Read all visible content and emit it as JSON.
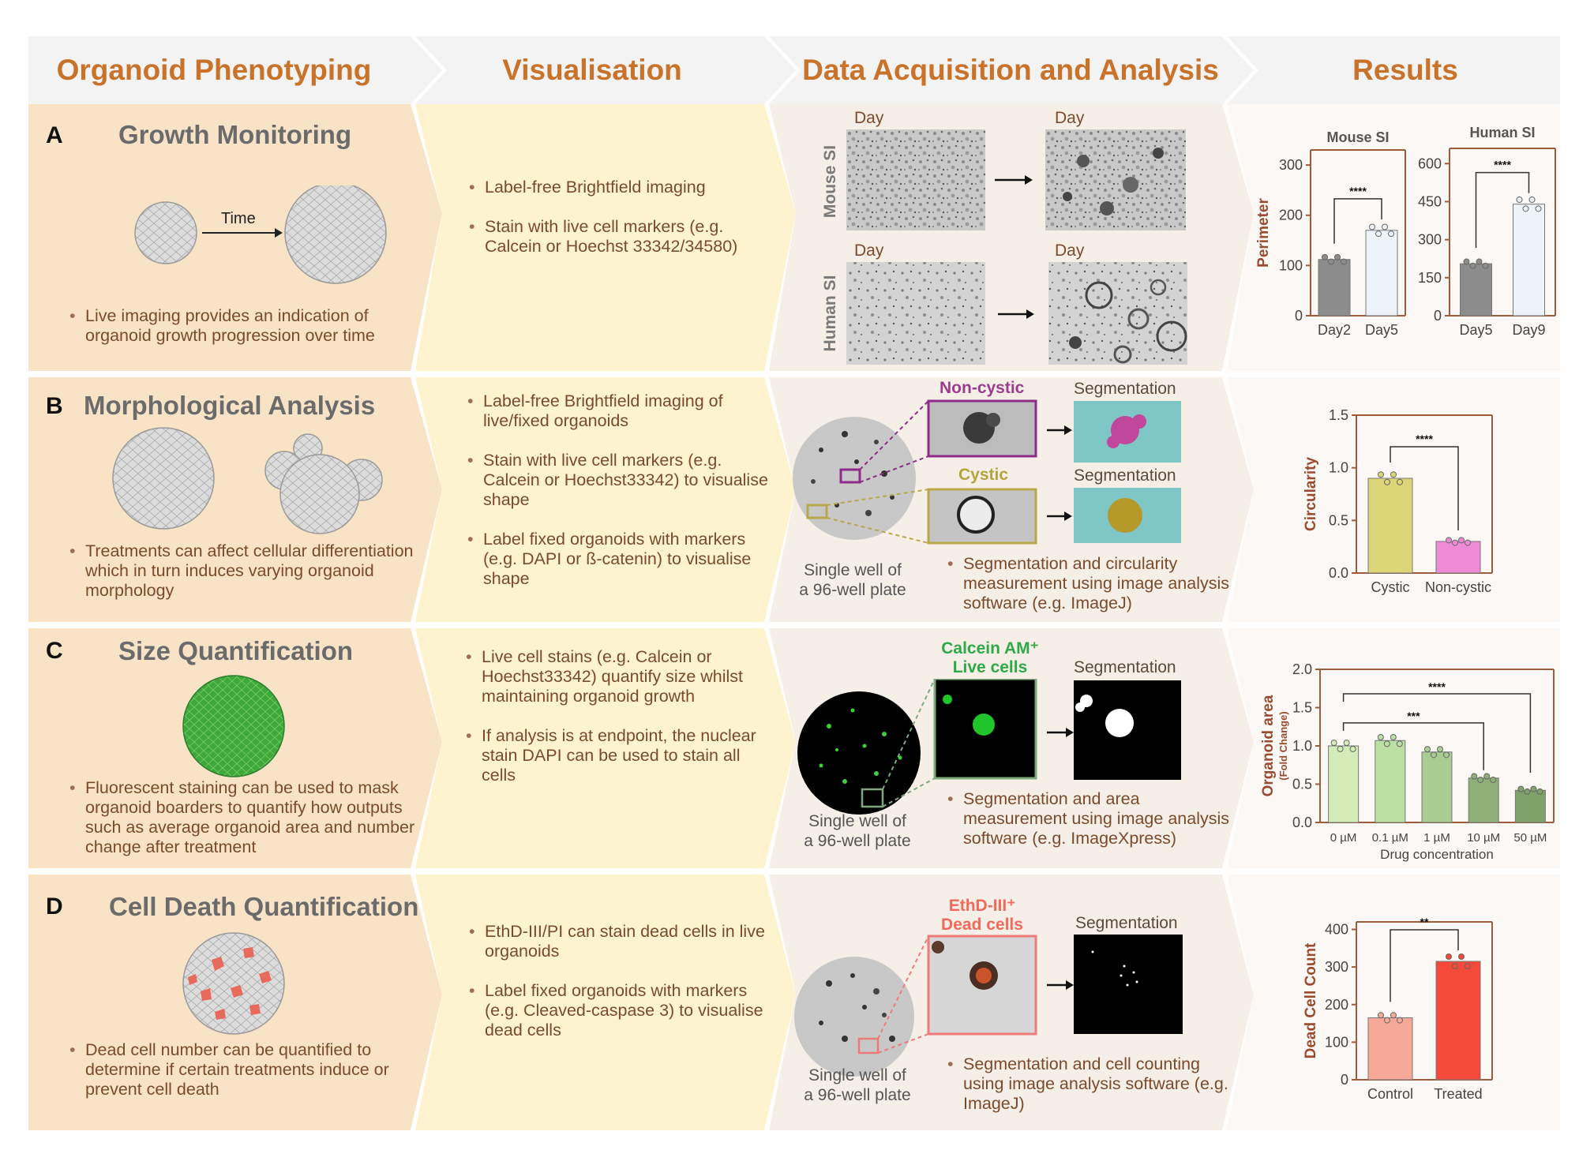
{
  "headers": {
    "col1": "Organoid Phenotyping",
    "col2": "Visualisation",
    "col3": "Data Acquisition and Analysis",
    "col4": "Results"
  },
  "colors": {
    "header_text": "#c9722a",
    "col1_bg": "#f8e3c7",
    "col2_bg": "#fdf4cf",
    "col3_bg": "#f6efe8",
    "col4_bg": "#fbf8f5",
    "text_brown": "#7a4a2a"
  },
  "rows": {
    "A": {
      "letter": "A",
      "title": "Growth Monitoring",
      "time_label": "Time",
      "bullet": "Live imaging provides an indication of organoid growth progression over time",
      "vis_bullets": [
        "Label-free Brightfield imaging",
        "Stain with live cell markers (e.g. Calcein or Hoechst 33342/34580)"
      ],
      "day_label": "Day",
      "mouse_label": "Mouse SI",
      "human_label": "Human SI"
    },
    "B": {
      "letter": "B",
      "title": "Morphological Analysis",
      "bullet": "Treatments can affect cellular differentiation which in turn induces varying organoid morphology",
      "vis_bullets": [
        "Label-free Brightfield imaging of live/fixed organoids",
        "Stain with live cell markers (e.g. Calcein or Hoechst33342) to visualise shape",
        "Label fixed organoids with markers (e.g. DAPI or ß-catenin) to visualise shape"
      ],
      "noncystic_label": "Non-cystic",
      "cystic_label": "Cystic",
      "seg_label": "Segmentation",
      "well_caption_1": "Single well of",
      "well_caption_2": "a 96-well plate",
      "analysis_bullet": "Segmentation and circularity measurement using image analysis software (e.g. ImageJ)"
    },
    "C": {
      "letter": "C",
      "title": "Size Quantification",
      "bullet": "Fluorescent staining can be used to mask organoid boarders to quantify how outputs such as average organoid area and number change after treatment",
      "vis_bullets": [
        "Live cell stains (e.g. Calcein or Hoechst33342) quantify size whilst maintaining organoid growth",
        "If analysis is at endpoint, the nuclear stain DAPI can be used to stain all cells"
      ],
      "stain_label_1": "Calcein AM⁺",
      "stain_label_2": "Live cells",
      "seg_label": "Segmentation",
      "well_caption_1": "Single well of",
      "well_caption_2": "a 96-well plate",
      "analysis_bullet": "Segmentation and area measurement using image analysis software (e.g. ImageXpress)"
    },
    "D": {
      "letter": "D",
      "title": "Cell Death Quantification",
      "bullet": "Dead cell number can be quantified to determine if certain treatments induce or prevent cell death",
      "vis_bullets": [
        "EthD-III/PI can stain dead cells in live organoids",
        "Label fixed organoids with markers (e.g. Cleaved-caspase 3) to visualise dead cells"
      ],
      "stain_label_1": "EthD-III⁺",
      "stain_label_2": "Dead cells",
      "seg_label": "Segmentation",
      "well_caption_1": "Single well of",
      "well_caption_2": "a 96-well plate",
      "analysis_bullet": "Segmentation and cell counting using image analysis software (e.g. ImageJ)"
    }
  },
  "chart_data": [
    {
      "id": "A-mouse",
      "type": "bar",
      "title": "Mouse SI",
      "ylabel": "Perimeter",
      "categories": [
        "Day2",
        "Day5"
      ],
      "values": [
        112,
        170
      ],
      "ylim": [
        0,
        330
      ],
      "yticks": [
        0,
        100,
        200,
        300
      ],
      "colors": [
        "#8c8c8c",
        "#eef3fa"
      ],
      "significance": "****"
    },
    {
      "id": "A-human",
      "type": "bar",
      "title": "Human SI",
      "ylabel": "",
      "categories": [
        "Day5",
        "Day9"
      ],
      "values": [
        205,
        440
      ],
      "ylim": [
        0,
        660
      ],
      "yticks": [
        0,
        150,
        300,
        450,
        600
      ],
      "colors": [
        "#8c8c8c",
        "#eef3fa"
      ],
      "significance": "****"
    },
    {
      "id": "B",
      "type": "bar",
      "ylabel": "Circularity",
      "categories": [
        "Cystic",
        "Non-cystic"
      ],
      "values": [
        0.9,
        0.3
      ],
      "ylim": [
        0,
        1.5
      ],
      "yticks": [
        "0.0",
        "0.5",
        "1.0",
        "1.5"
      ],
      "colors": [
        "#dcd679",
        "#ee8ad6"
      ],
      "significance": "****"
    },
    {
      "id": "C",
      "type": "bar",
      "ylabel": "Organoid area",
      "ylabel_sub": "(Fold Change)",
      "xlabel": "Drug concentration",
      "categories": [
        "0 µM",
        "0.1 µM",
        "1 µM",
        "10 µM",
        "50 µM"
      ],
      "values": [
        1.0,
        1.07,
        0.92,
        0.58,
        0.42
      ],
      "ylim": [
        0,
        2.0
      ],
      "yticks": [
        "0.0",
        "0.5",
        "1.0",
        "1.5",
        "2.0"
      ],
      "colors": [
        "#d4ecb8",
        "#bde0a4",
        "#a9cc92",
        "#8fb078",
        "#7ea26a"
      ],
      "significance": [
        "***",
        "****"
      ]
    },
    {
      "id": "D",
      "type": "bar",
      "ylabel": "Dead Cell Count",
      "categories": [
        "Control",
        "Treated"
      ],
      "values": [
        165,
        315
      ],
      "ylim": [
        0,
        420
      ],
      "yticks": [
        0,
        100,
        200,
        300,
        400
      ],
      "colors": [
        "#f6a999",
        "#f44a3a"
      ],
      "significance": "**"
    }
  ]
}
